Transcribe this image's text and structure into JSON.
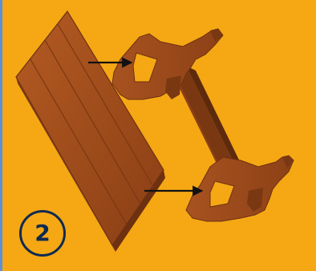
{
  "step": {
    "number": "2"
  },
  "colors": {
    "background": "#f5a814",
    "wood": "#9c4a1a",
    "wood_light": "#b45a22",
    "wood_dark": "#6e3110",
    "arrow": "#111111",
    "badge": "#0f2a52"
  },
  "parts": [
    "tabletop-panel",
    "trestle-leg-rear",
    "trestle-leg-front",
    "stretcher-rail"
  ],
  "arrows": [
    {
      "from": "tabletop-panel",
      "to": "trestle-leg-rear"
    },
    {
      "from": "tabletop-panel",
      "to": "trestle-leg-front"
    }
  ]
}
